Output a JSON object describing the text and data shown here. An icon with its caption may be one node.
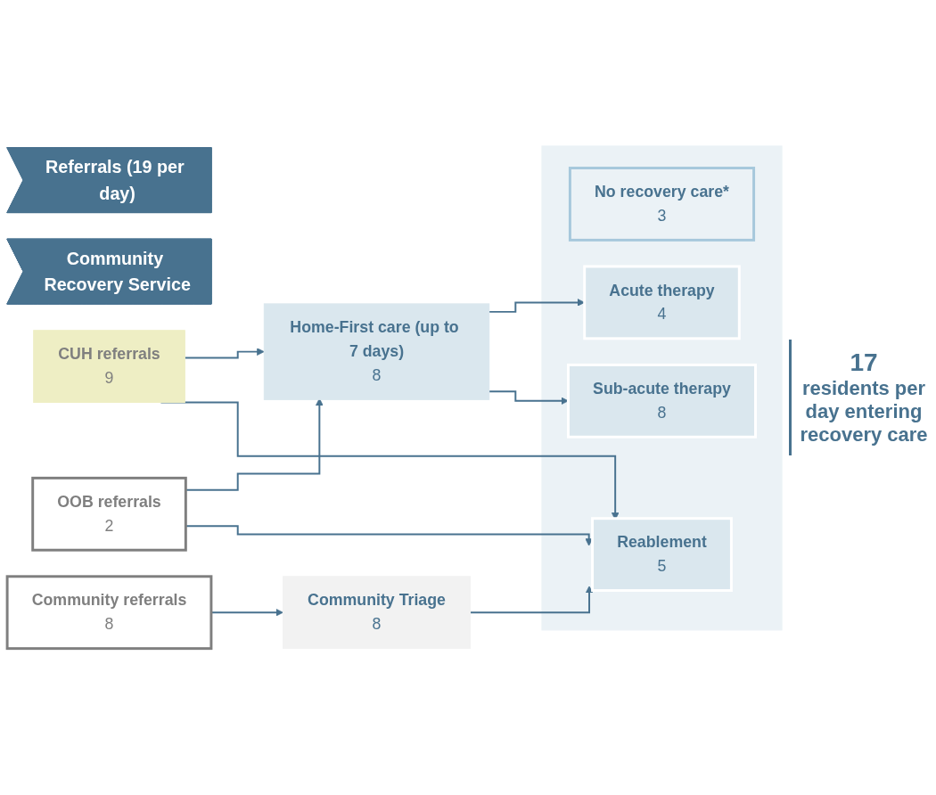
{
  "diagram": {
    "nodes": [
      {
        "text": [
          "Referrals (19 per day)"
        ]
      },
      {
        "text": [
          "Community Recovery Service"
        ]
      },
      {
        "text": [
          "CUH referrals",
          "9"
        ]
      },
      {
        "text": [
          "OOB referrals",
          "2"
        ]
      },
      {
        "text": [
          "Community referrals",
          "8"
        ]
      },
      {
        "text": [
          "Home-First care (up to 7 days)",
          "8"
        ]
      },
      {
        "text": [
          "Community Triage",
          "8"
        ]
      },
      {
        "text": [],
        "shape": "box"
      },
      {
        "text": [
          "Acute therapy",
          "4"
        ],
        "in": 7
      },
      {
        "text": [
          "Reablement",
          "5"
        ],
        "in": 7
      },
      {
        "text": [
          "Sub-acute therapy",
          "8"
        ],
        "in": 7
      },
      {
        "text": [
          "No recovery care*",
          "3"
        ],
        "in": 7
      }
    ],
    "edges": [
      {
        "from": 2,
        "to": 5,
        "arrow": "to"
      },
      {
        "from": 3,
        "to": 5,
        "arrow": "to"
      },
      {
        "from": 2,
        "to": 9,
        "arrow": "to"
      },
      {
        "from": 3,
        "to": 9,
        "arrow": "to"
      },
      {
        "from": 4,
        "to": 6,
        "arrow": "to"
      },
      {
        "from": 6,
        "to": 9,
        "arrow": "to"
      },
      {
        "from": 5,
        "to": 8,
        "arrow": "to"
      },
      {
        "from": 5,
        "to": 10,
        "arrow": "to"
      }
    ],
    "labels": [
      "17",
      "residents per day entering recovery care"
    ]
  }
}
